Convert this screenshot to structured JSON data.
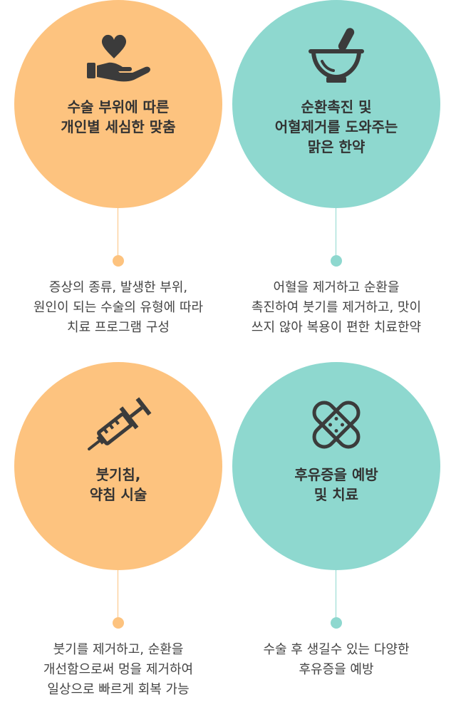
{
  "colors": {
    "orange": "#fdc37f",
    "teal": "#8ed8cf",
    "icon_dark": "#3b3b3b",
    "title_text": "#333333",
    "desc_text": "#444444"
  },
  "cards": [
    {
      "icon": "heart-in-hand-icon",
      "title": "수술 부위에 따른\n개인별 세심한 맞춤",
      "description": "증상의 종류, 발생한 부위,\n원인이 되는 수술의 유형에 따라\n치료 프로그램 구성"
    },
    {
      "icon": "mortar-pestle-icon",
      "title": "순환촉진 및\n어혈제거를 도와주는\n맑은 한약",
      "description": "어혈을 제거하고 순환을\n촉진하여 붓기를 제거하고, 맛이\n쓰지 않아 복용이 편한 치료한약"
    },
    {
      "icon": "syringe-icon",
      "title": "붓기침,\n약침 시술",
      "description": "붓기를 제거하고, 순환을\n개선함으로써 멍을 제거하여\n일상으로 빠르게 회복 가능"
    },
    {
      "icon": "bandage-cross-icon",
      "title": "후유증을 예방\n및 치료",
      "description": "수술 후 생길수 있는 다양한\n후유증을 예방"
    }
  ]
}
